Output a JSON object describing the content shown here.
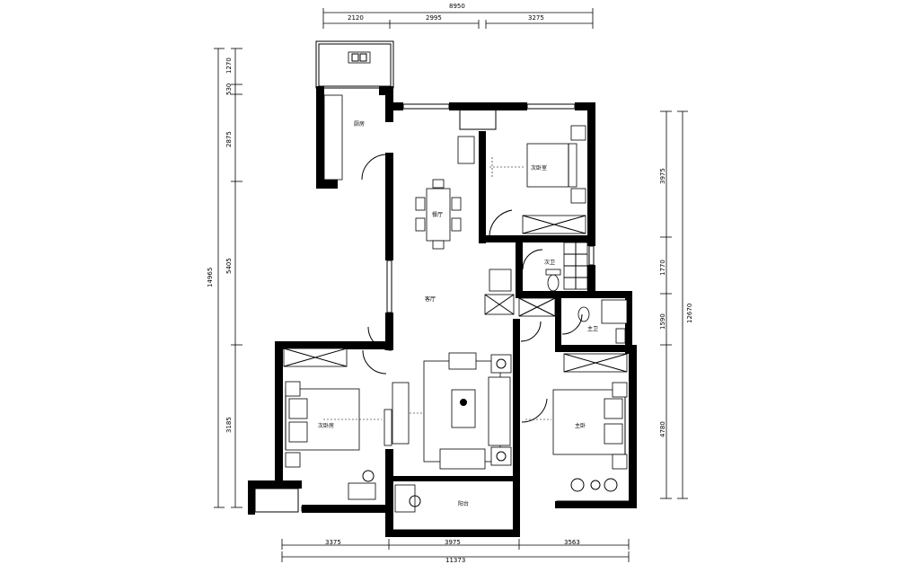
{
  "dimensions": {
    "top_total": "8950",
    "top_segments": [
      "2120",
      "2995",
      "3275"
    ],
    "bottom_segments": [
      "3375",
      "3975",
      "3563"
    ],
    "bottom_total": "11373",
    "left_total": "14965",
    "left_segments": [
      "1270",
      "530",
      "2875",
      "5405",
      "3185"
    ],
    "right_total": "12670",
    "right_segments": [
      "3975",
      "1770",
      "1590",
      "4780"
    ]
  },
  "rooms": {
    "kitchen": "厨房",
    "dining": "餐厅",
    "study": "次卧室",
    "bath2": "次卫",
    "living": "客厅",
    "bath1": "主卫",
    "bedroom2": "次卧房",
    "master": "主卧",
    "balcony": "阳台"
  }
}
